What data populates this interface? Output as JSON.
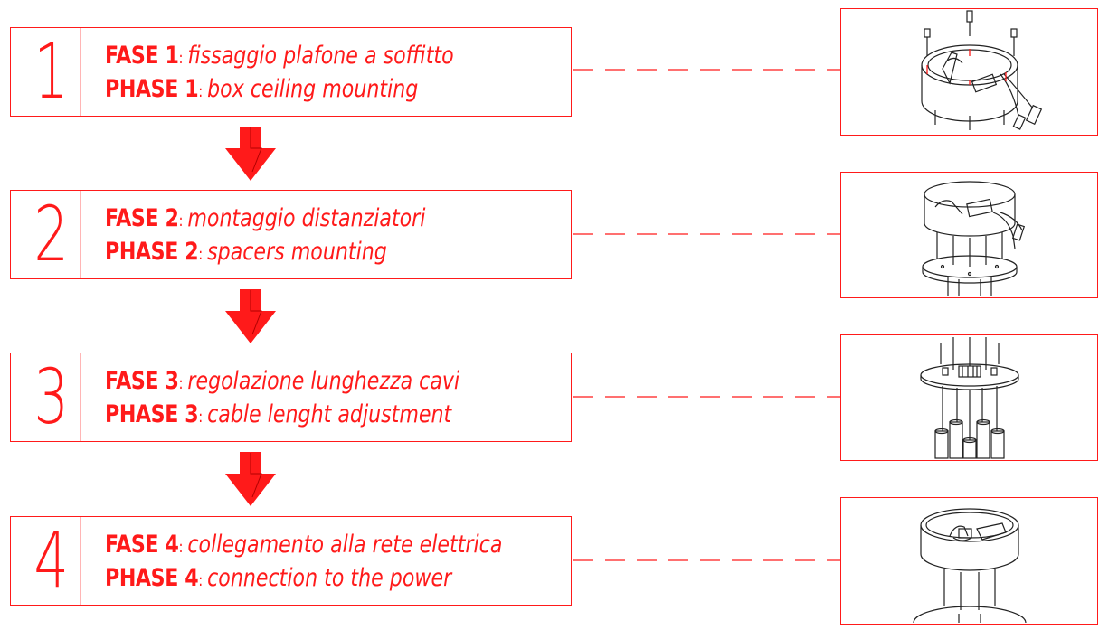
{
  "accent_color": "#ff1a1a",
  "steps": [
    {
      "number": "1",
      "fase_label": "FASE 1",
      "fase_text": "fissaggio plafone a soffitto",
      "phase_label": "PHASE 1",
      "phase_text": "box ceiling mounting",
      "illustration": "ceiling-box-mounting"
    },
    {
      "number": "2",
      "fase_label": "FASE 2",
      "fase_text": "montaggio distanziatori",
      "phase_label": "PHASE 2",
      "phase_text": "spacers mounting",
      "illustration": "spacers-mounting"
    },
    {
      "number": "3",
      "fase_label": "FASE 3",
      "fase_text": "regolazione lunghezza cavi",
      "phase_label": "PHASE 3",
      "phase_text": "cable lenght adjustment",
      "illustration": "cable-length-adjustment"
    },
    {
      "number": "4",
      "fase_label": "FASE 4",
      "fase_text": "collegamento alla rete elettrica",
      "phase_label": "PHASE 4",
      "phase_text": "connection to the power",
      "illustration": "power-connection"
    }
  ]
}
